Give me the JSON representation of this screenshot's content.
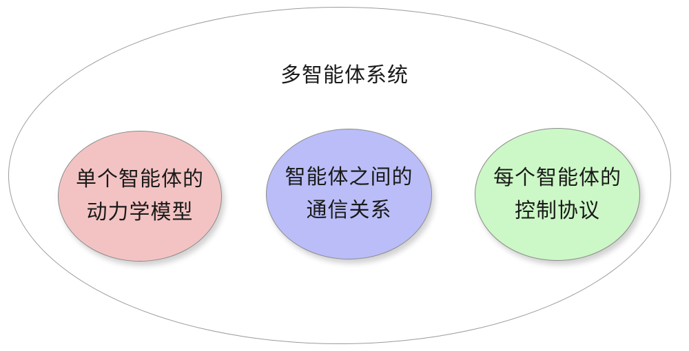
{
  "diagram": {
    "title": "多智能体系统",
    "components": [
      {
        "line1": "单个智能体的",
        "line2": "动力学模型",
        "color": "#f3c3c3"
      },
      {
        "line1": "智能体之间的",
        "line2": "通信关系",
        "color": "#babdf7"
      },
      {
        "line1": "每个智能体的",
        "line2": "控制协议",
        "color": "#ccf7c6"
      }
    ]
  }
}
